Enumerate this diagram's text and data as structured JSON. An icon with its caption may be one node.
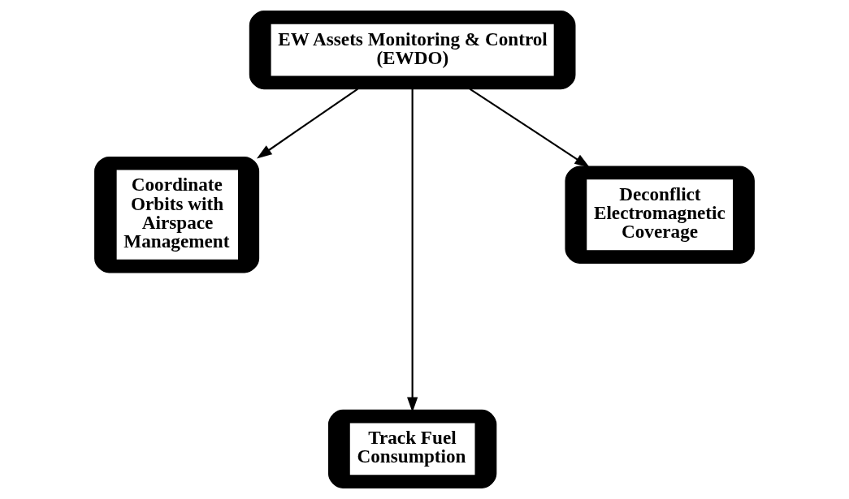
{
  "diagram": {
    "nodes": [
      {
        "text": [
          "EW Assets Monitoring & Control (EWDO)"
        ]
      },
      {
        "text": [
          "Coordinate Orbits with Airspace Management"
        ]
      },
      {
        "text": [
          "Track Fuel Consumption"
        ]
      },
      {
        "text": [
          "Deconflict Electromagnetic Coverage"
        ]
      }
    ],
    "edges": [
      {
        "from": 0,
        "to": 1,
        "arrow": "to"
      },
      {
        "from": 0,
        "to": 2,
        "arrow": "to"
      },
      {
        "from": 0,
        "to": 3,
        "arrow": "to"
      }
    ]
  }
}
